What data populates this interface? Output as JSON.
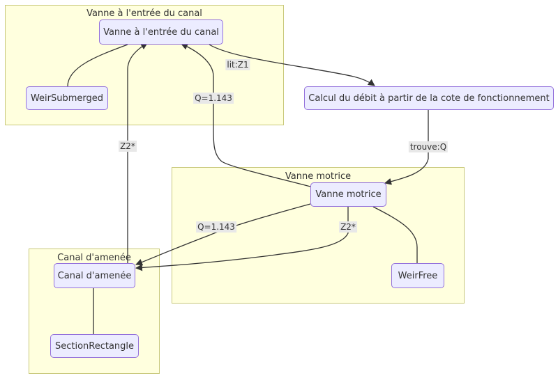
{
  "clusters": {
    "entree": {
      "title": "Vanne à l'entrée du canal"
    },
    "motrice": {
      "title": "Vanne motrice"
    },
    "amenee": {
      "title": "Canal d'amenée"
    }
  },
  "nodes": {
    "vanne_entree": "Vanne à l'entrée du canal",
    "weir_submerged": "WeirSubmerged",
    "calcul_debit": "Calcul du débit à partir de la cote de fonctionnement",
    "vanne_motrice": "Vanne motrice",
    "weir_free": "WeirFree",
    "canal_amenee": "Canal d'amenée",
    "section_rectangle": "SectionRectangle"
  },
  "edge_labels": {
    "lit_z1": "lit:Z1",
    "q_entree": "Q=1.143",
    "z2_entree": "Z2*",
    "trouve_q": "trouve:Q",
    "q_amenee": "Q=1.143",
    "z2_amenee": "Z2*"
  },
  "colors": {
    "cluster_fill": "#ffffde",
    "cluster_border": "#c8c87a",
    "node_fill": "#ececff",
    "node_border": "#9370db",
    "edge": "#333333",
    "label_bg": "#e8e8e8"
  }
}
